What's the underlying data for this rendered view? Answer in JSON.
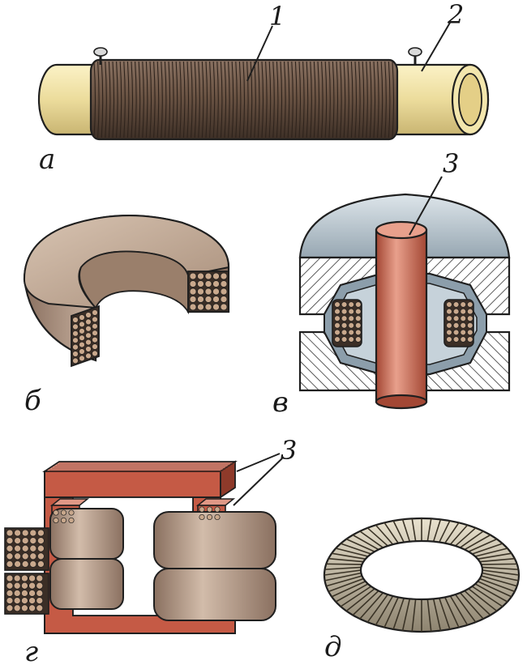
{
  "labels": {
    "letters": {
      "a": "а",
      "b": "б",
      "v": "в",
      "g": "г",
      "d": "д"
    },
    "numbers": {
      "one": "1",
      "two": "2",
      "three_v": "3",
      "three_g": "3"
    }
  },
  "colors": {
    "tube": "#f0e3a8",
    "winding": "#6b5444",
    "winding_dark": "#4a3a2f",
    "coil": "#b39680",
    "coil_dark": "#7d6552",
    "core_red": "#c55a45",
    "core_red_dark": "#8e3a2a",
    "shell_blue": "#b9c6cf",
    "shell_blue_dark": "#7c8c98",
    "outline": "#1f1f1f"
  }
}
